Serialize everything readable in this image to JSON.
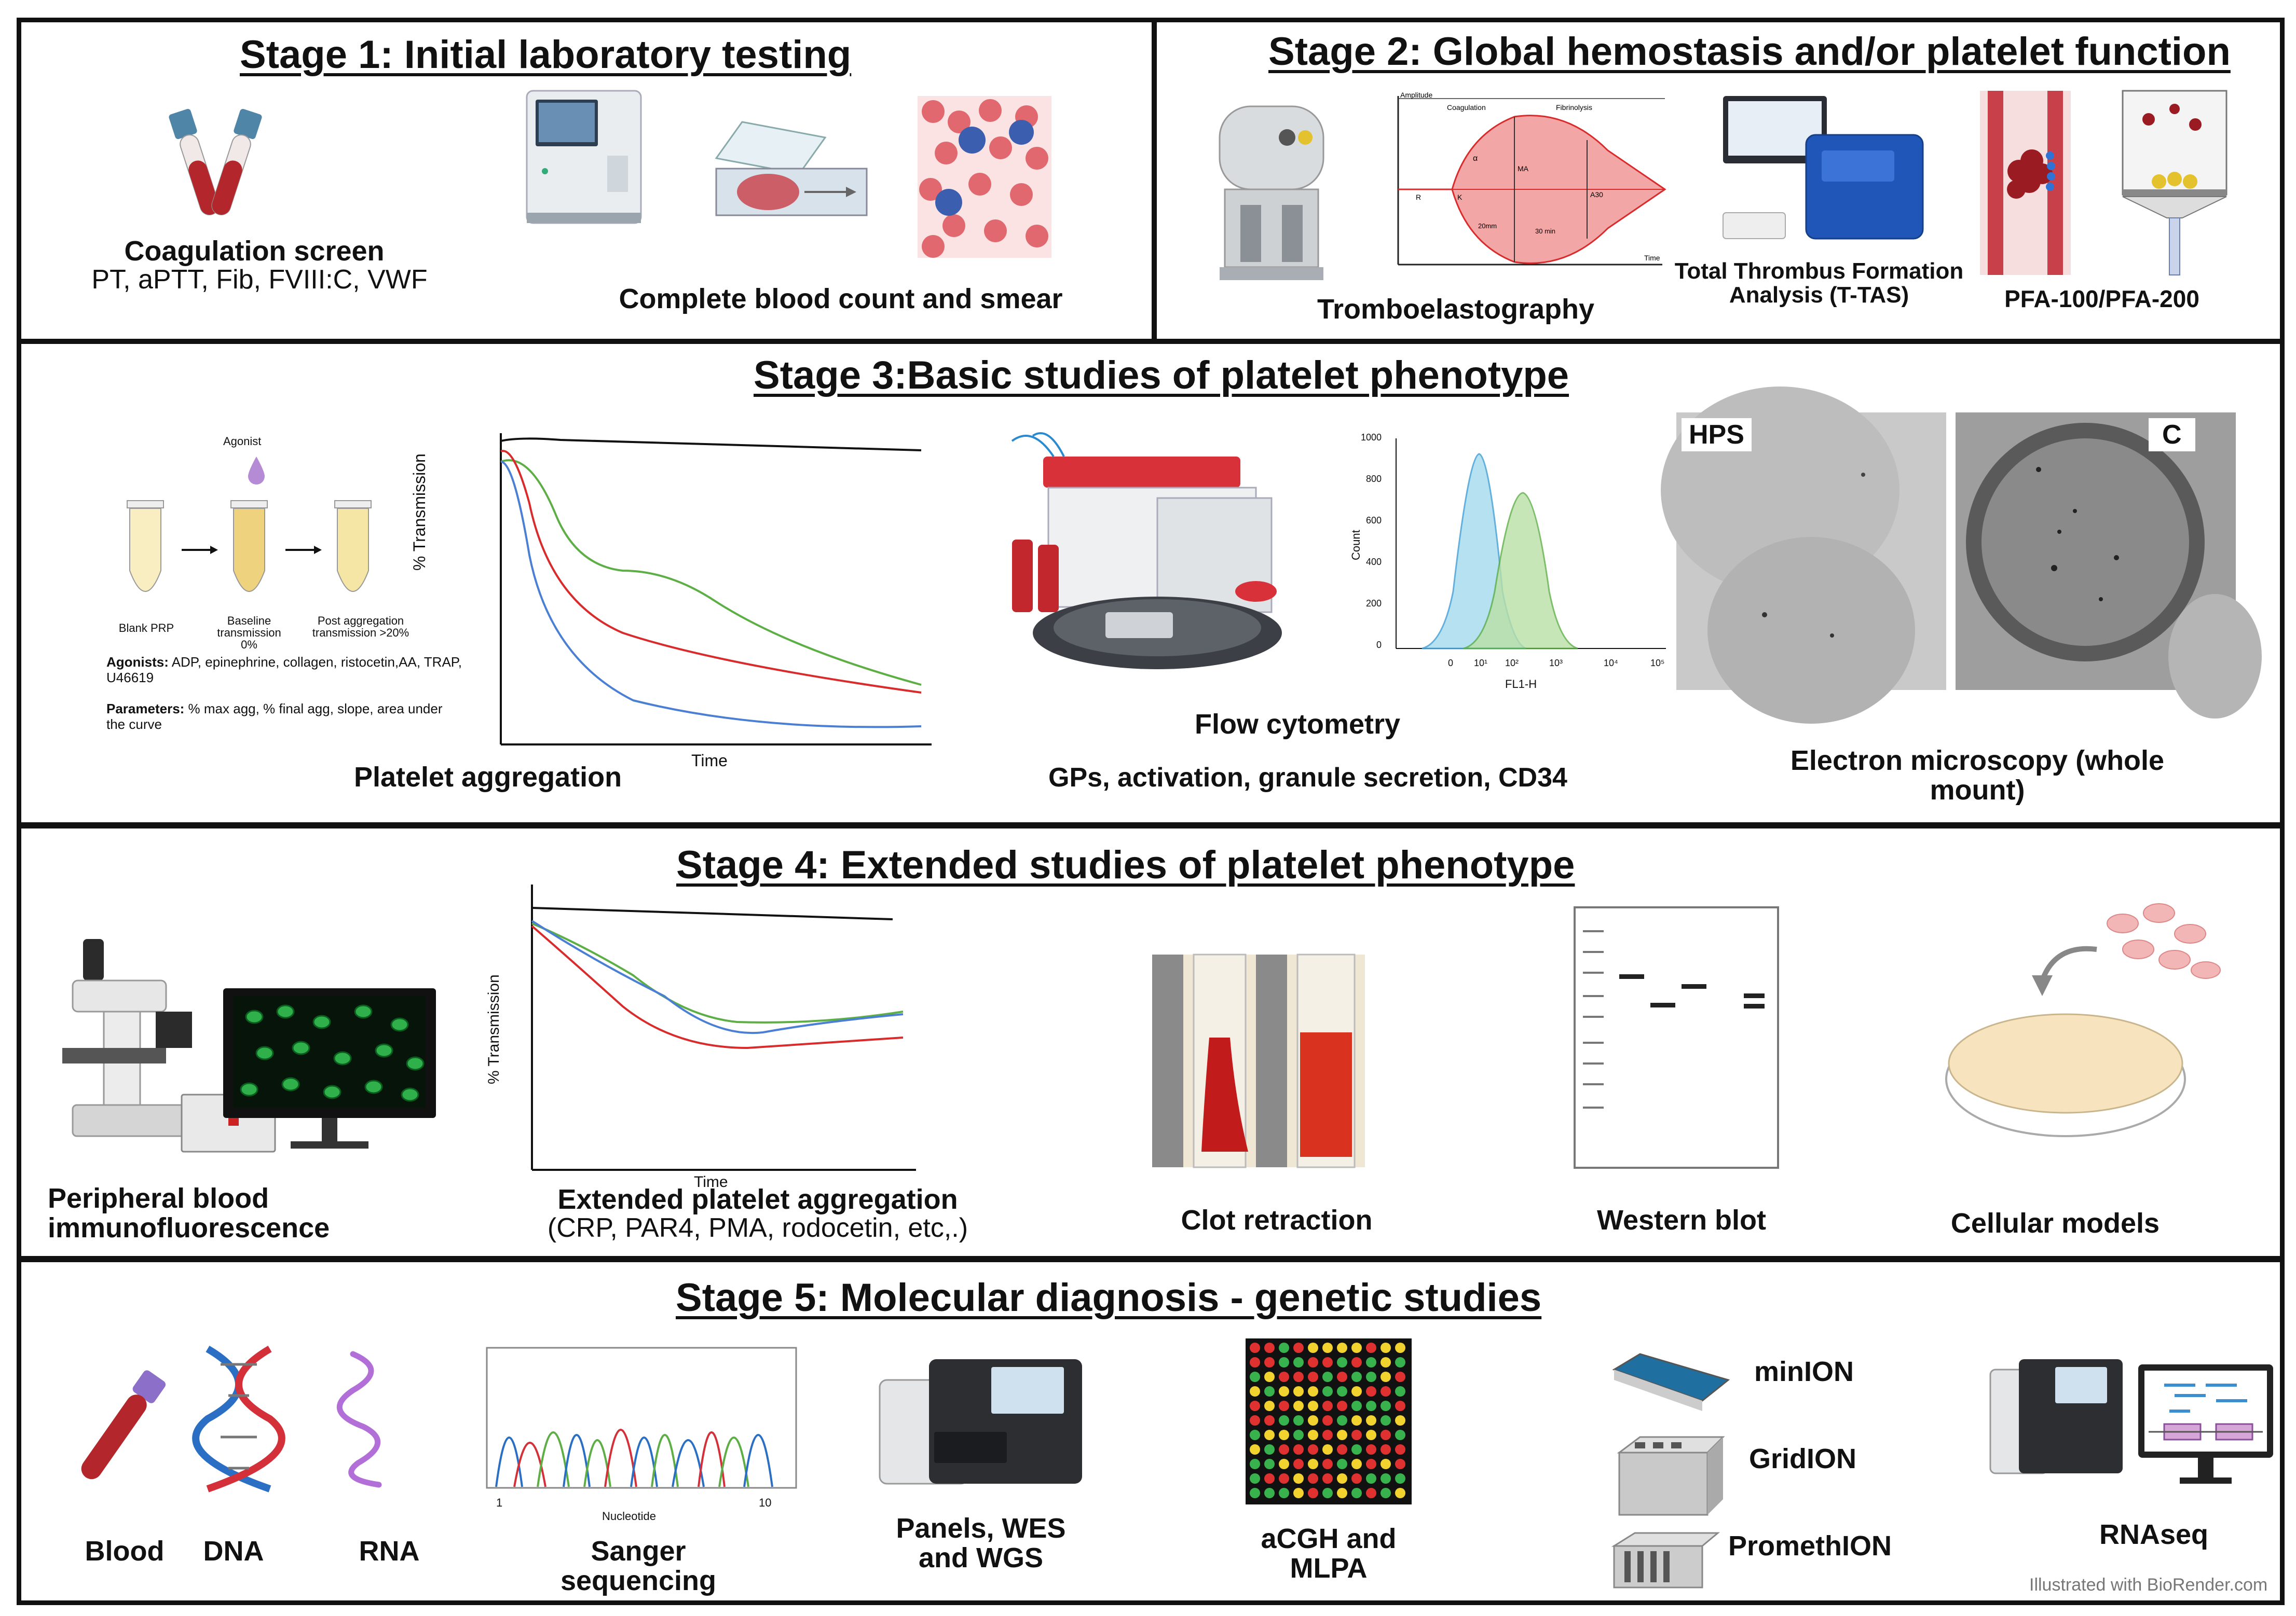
{
  "stage1": {
    "title": "Stage 1: Initial laboratory testing",
    "coag_label": "Coagulation screen",
    "coag_tests": "PT, aPTT, Fib, FVIII:C, VWF",
    "cbc_label": "Complete blood count and smear"
  },
  "stage2": {
    "title": "Stage 2: Global hemostasis and/or platelet function",
    "teg_label": "Tromboelastography",
    "ttas_label": "Total Thrombus Formation Analysis  (T-TAS)",
    "pfa_label": "PFA-100/PFA-200",
    "teg_chart": {
      "amplitude": "Amplitude",
      "coagulation": "Coagulation",
      "fibrinolysis": "Fibrinolysis",
      "r": "R",
      "k": "K",
      "alpha": "α",
      "ma": "MA",
      "t20": "20mm",
      "a30": "A30",
      "t30": "30 min",
      "time": "Time"
    }
  },
  "stage3": {
    "title": "Stage 3:Basic studies of platelet phenotype",
    "agonist": "Agonist",
    "tube1": "Blank PRP",
    "tube2": "Baseline transmission 0%",
    "tube3": "Post aggregation transmission  >20%",
    "agonists_head": "Agonists:",
    "agonists_text": "ADP, epinephrine, collagen, ristocetin,AA, TRAP, U46619",
    "params_head": "Parameters:",
    "params_text": "% max agg, % final agg, slope, area under the curve",
    "agg_ylabel": "% Transmission",
    "agg_xlabel": "Time",
    "agg_label": "Platelet aggregation",
    "flow_label": "Flow cytometry",
    "flow_sub": "GPs, activation, granule secretion, CD34",
    "hist": {
      "ylabel": "Count",
      "xlabel": "FL1-H",
      "yticks": [
        "0",
        "200",
        "400",
        "600",
        "800",
        "1000"
      ],
      "xticks": [
        "0",
        "10¹",
        "10²",
        "10³",
        "10⁴",
        "10⁵"
      ]
    },
    "em_hps": "HPS",
    "em_c": "C",
    "em_label": "Electron microscopy (whole mount)"
  },
  "stage4": {
    "title": "Stage 4: Extended studies of platelet phenotype",
    "if_label": "Peripheral blood immunofluorescence",
    "ext_ylabel": "% Transmission",
    "ext_xlabel": "Time",
    "ext_label": "Extended platelet aggregation",
    "ext_sub": "(CRP, PAR4, PMA, rodocetin, etc,.)",
    "clot_label": "Clot retraction",
    "wb_label": "Western blot",
    "cell_label": "Cellular models"
  },
  "stage5": {
    "title": "Stage 5: Molecular diagnosis - genetic studies",
    "blood": "Blood",
    "dna": "DNA",
    "rna": "RNA",
    "sanger_label": "Sanger sequencing",
    "sanger_x": "Nucleotide",
    "sanger_t1": "1",
    "sanger_t10": "10",
    "panels_label": "Panels, WES and WGS",
    "acgh_label": "aCGH and MLPA",
    "minion": "minION",
    "gridion": "GridION",
    "promethion": "PromethION",
    "rnaseq": "RNAseq",
    "credit": "Illustrated with BioRender.com"
  },
  "colors": {
    "border": "#111111",
    "red": "#d92b2b",
    "blue": "#4a7fd4",
    "green": "#5cae45",
    "tube_red": "#b3262b"
  }
}
